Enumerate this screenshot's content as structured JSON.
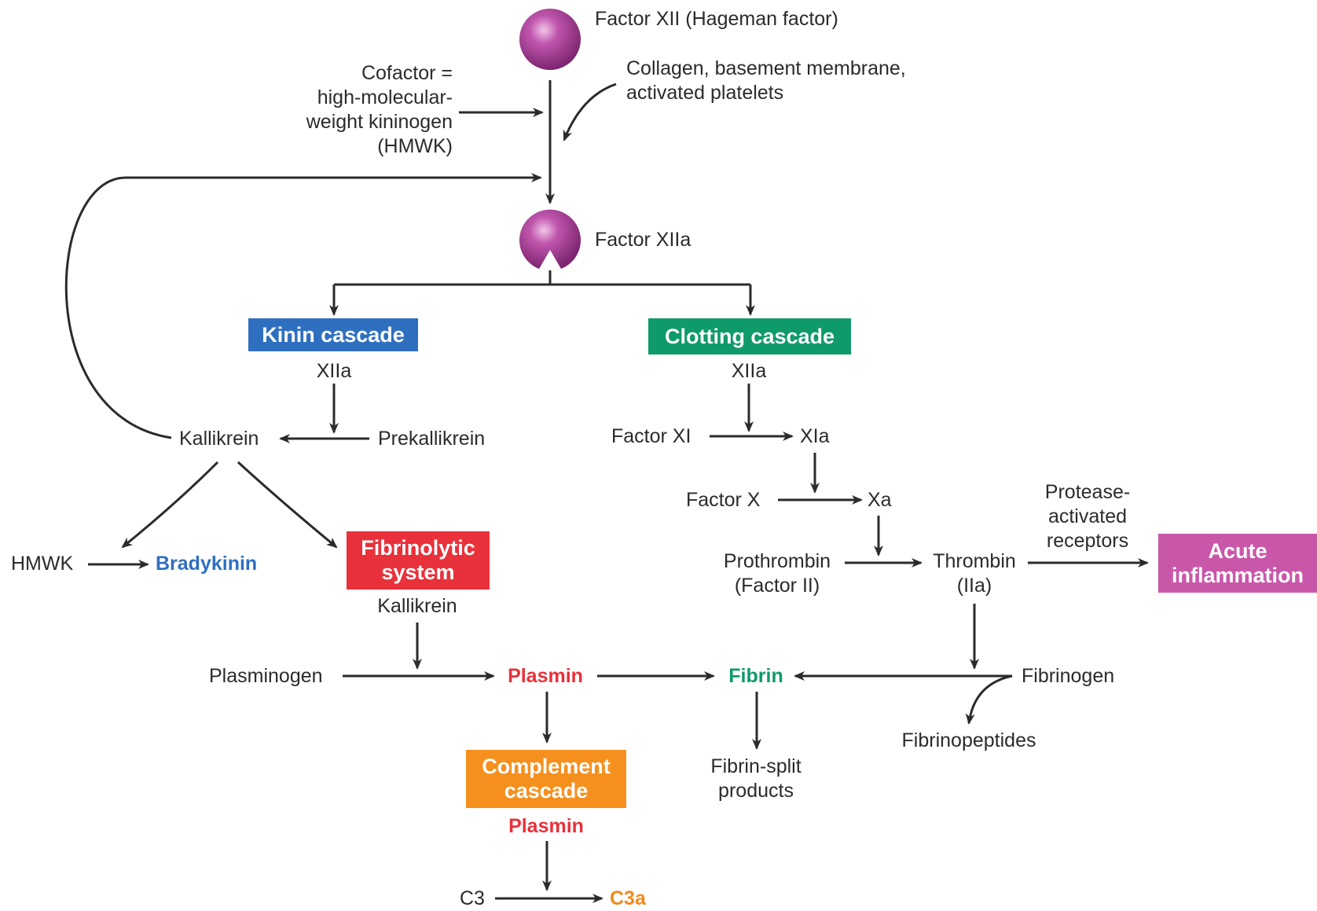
{
  "nodes": {
    "factor_xii": "Factor XII (Hageman factor)",
    "cofactor": "Cofactor =\nhigh-molecular-\nweight kininogen\n(HMWK)",
    "collagen": "Collagen, basement membrane,\nactivated platelets",
    "factor_xiia": "Factor XIIa",
    "kinin_cascade": "Kinin cascade",
    "clotting_cascade": "Clotting cascade",
    "xiia_kinin": "XIIa",
    "xiia_clot": "XIIa",
    "kallikrein": "Kallikrein",
    "prekallikrein": "Prekallikrein",
    "factor_xi": "Factor XI",
    "xia": "XIa",
    "factor_x": "Factor X",
    "xa": "Xa",
    "protease_receptors": "Protease-\nactivated\nreceptors",
    "hmwk": "HMWK",
    "bradykinin": "Bradykinin",
    "fibrinolytic_system": "Fibrinolytic\nsystem",
    "kallikrein_fib": "Kallikrein",
    "prothrombin": "Prothrombin\n(Factor II)",
    "thrombin": "Thrombin\n(IIa)",
    "acute_inflammation": "Acute\ninflammation",
    "plasminogen": "Plasminogen",
    "plasmin": "Plasmin",
    "fibrin": "Fibrin",
    "fibrinogen": "Fibrinogen",
    "fibrinopeptides": "Fibrinopeptides",
    "complement_cascade": "Complement\ncascade",
    "plasmin_comp": "Plasmin",
    "fibrin_split": "Fibrin-split\nproducts",
    "c3": "C3",
    "c3a": "C3a"
  },
  "colors": {
    "kinin_box": "#2f6fc0",
    "clotting_box": "#0f9a6a",
    "fibrinolytic_box": "#e8313a",
    "complement_box": "#f5901f",
    "inflammation_box": "#c957a9",
    "factor_sphere": "#a33d92",
    "arrow": "#2b2b2b"
  }
}
